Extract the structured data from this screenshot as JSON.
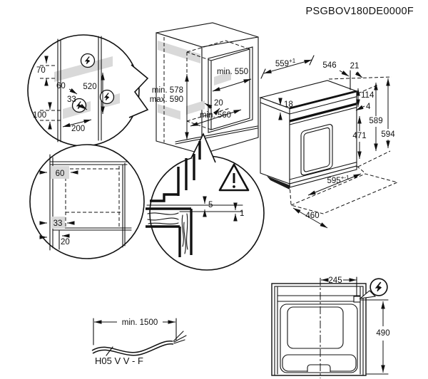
{
  "product_code": "PSGBOV180DE0000F",
  "colors": {
    "line": "#111111",
    "shade": "#d9d9d9",
    "background": "#ffffff"
  },
  "icons": {
    "electrical": "lightning-bolt-circle",
    "warning": "exclamation-triangle",
    "warning_mark": "!"
  },
  "rear_panel_detail": {
    "dim_70": "70",
    "dim_60": "60",
    "dim_520": "520",
    "dim_33": "33",
    "dim_100": "100",
    "dim_200": "200"
  },
  "niche": {
    "width": "min. 550",
    "front_gap": "20",
    "height_min": "min. 578",
    "height_max": "max. 590",
    "depth": "min. 560"
  },
  "rear_cutouts_detail": {
    "dim_60": "60",
    "dim_33": "33",
    "dim_20": "20"
  },
  "gap_detail": {
    "dim_5": "5",
    "dim_1": "1"
  },
  "oven_dims": {
    "width": "559",
    "width_tol": "+1",
    "depth": "546",
    "door_front": "21",
    "top_trim": "18",
    "panel_height": "114",
    "panel_gap": "4",
    "door_height": "471",
    "height_inner": "589",
    "height_outer": "594",
    "front_width": "595",
    "front_width_tol": "+-1",
    "base_depth": "460"
  },
  "cable": {
    "min_length": "min. 1500",
    "type": "H05 V V - F"
  },
  "top_view": {
    "connection_offset": "245",
    "connection_depth": "490"
  }
}
